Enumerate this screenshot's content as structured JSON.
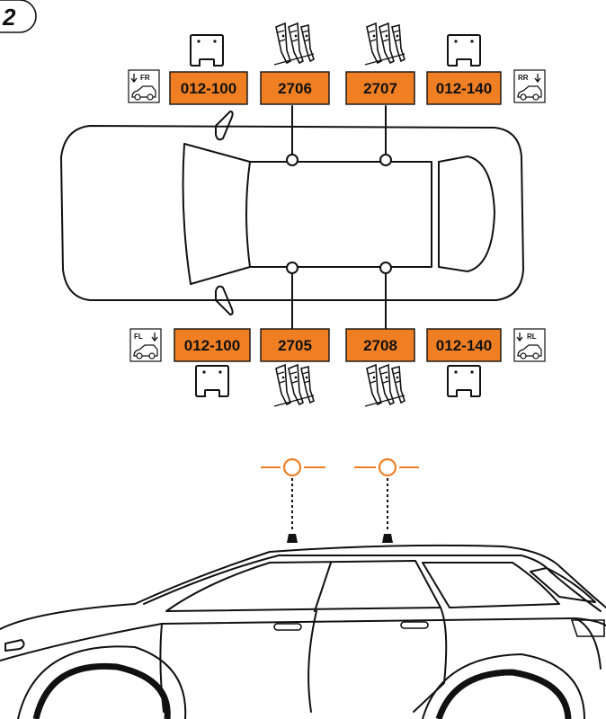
{
  "step_number": "2",
  "colors": {
    "accent": "#F07F24",
    "line": "#111111",
    "background": "#FFFFFF"
  },
  "top_labels": [
    "012-100",
    "2706",
    "2707",
    "012-140"
  ],
  "bottom_labels": [
    "012-100",
    "2705",
    "2708",
    "012-140"
  ],
  "positions": {
    "front_right": "FR",
    "rear_right": "RR",
    "front_left": "FL",
    "rear_left": "RL"
  },
  "icons": [
    "square-pad-icon",
    "clamp-bracket-icon",
    "car-position-icon",
    "arrow-down-icon"
  ]
}
